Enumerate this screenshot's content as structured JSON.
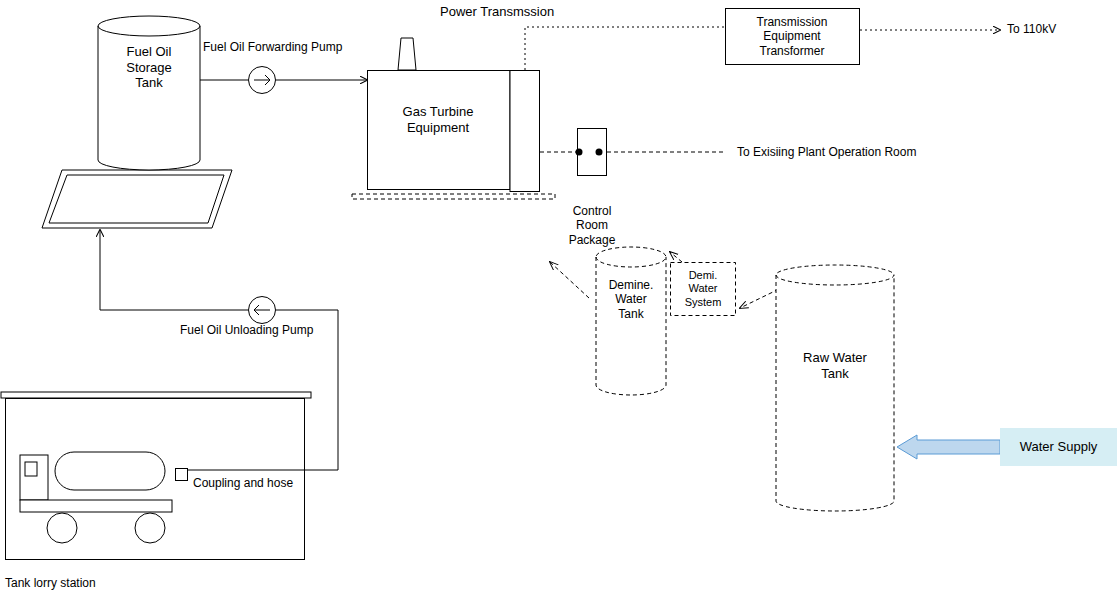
{
  "diagram": {
    "nodes": [
      {
        "text": [
          "Fuel Oil Storage Tank"
        ]
      },
      {
        "text": [
          "Fuel Oil Forwarding Pump"
        ]
      },
      {
        "text": [
          "Gas Turbine Equipment"
        ]
      },
      {
        "text": [
          "Transmission Equipment Transformer"
        ]
      },
      {
        "text": [
          "Control Room Package"
        ]
      },
      {
        "text": [
          "Fuel Oil Unloading Pump"
        ]
      },
      {
        "text": [
          "Demine. Water Tank"
        ]
      },
      {
        "text": [
          "Demi. Water System"
        ]
      },
      {
        "text": [
          "Raw Water Tank"
        ]
      },
      {
        "text": [
          "Water Supply"
        ]
      },
      {
        "text": [
          "Tank lorry station"
        ]
      },
      {
        "text": [
          "Coupling and hose"
        ],
        "in": 10
      }
    ],
    "edges": [
      {
        "from": 0,
        "to": 1,
        "arrow": "none"
      },
      {
        "from": 1,
        "to": 2,
        "arrow": "to"
      },
      {
        "from": 2,
        "to": 3,
        "arrow": "none",
        "label": "Power Transmssion"
      },
      {
        "from": 2,
        "to": 4,
        "arrow": "none"
      },
      {
        "from": 11,
        "to": 5,
        "arrow": "none"
      },
      {
        "from": 5,
        "to": 0,
        "arrow": "to"
      },
      {
        "from": 8,
        "to": 7,
        "arrow": "to"
      },
      {
        "from": 7,
        "to": 6,
        "arrow": "to"
      },
      {
        "from": 6,
        "to": 2,
        "arrow": "to"
      },
      {
        "from": 9,
        "to": 8,
        "arrow": "to"
      }
    ],
    "labels": [
      "To 110kV",
      "To Exisiing Plant Operation Room"
    ]
  }
}
